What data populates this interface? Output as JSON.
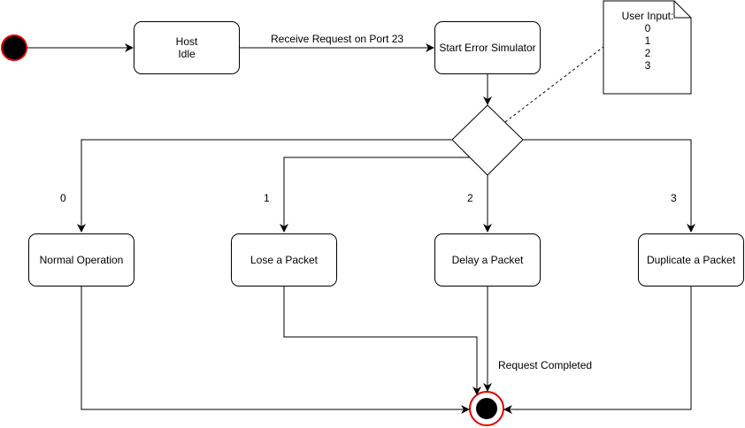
{
  "diagram": {
    "nodes": {
      "host_idle": "Host\nIdle",
      "start_error_simulator": "Start Error Simulator",
      "normal_operation": "Normal Operation",
      "lose_packet": "Lose a Packet",
      "delay_packet": "Delay a Packet",
      "duplicate_packet": "Duplicate a Packet"
    },
    "edges": {
      "receive_request": "Receive Request on Port 23",
      "branch_0": "0",
      "branch_1": "1",
      "branch_2": "2",
      "branch_3": "3",
      "request_completed": "Request Completed"
    },
    "note": {
      "title": "User Input:",
      "options": [
        "0",
        "1",
        "2",
        "3"
      ]
    },
    "colors": {
      "terminal_ring": "#e00000",
      "stroke": "#000000",
      "fill": "#ffffff"
    }
  }
}
